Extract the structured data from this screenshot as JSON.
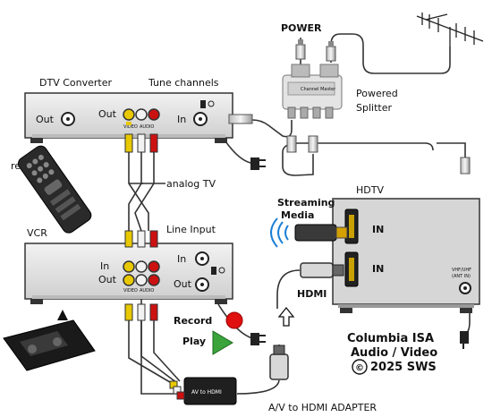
{
  "labels": {
    "power": "POWER",
    "powered_splitter_line1": "Powered",
    "powered_splitter_line2": "Splitter",
    "dtv_converter": "DTV Converter",
    "tune_channels": "Tune channels",
    "out": "Out",
    "in": "In",
    "video": "VIDEO",
    "audio": "AUDIO",
    "remote": "remote",
    "analog_tv": "analog TV",
    "vcr": "VCR",
    "line_input": "Line Input",
    "record": "Record",
    "play": "Play",
    "streaming_line1": "Streaming",
    "streaming_line2": "Media",
    "hdmi": "HDMI",
    "hdtv": "HDTV",
    "hdtv_in1": "IN",
    "hdtv_in2": "IN",
    "vhf_uhf_line1": "VHF/UHF",
    "vhf_uhf_line2": "(ANT IN)",
    "credit_line1": "Columbia ISA",
    "credit_line2": "Audio / Video",
    "credit_line3": "2025 SWS",
    "copyright_symbol": "©",
    "adapter_label": "A/V to HDMI ADAPTER",
    "adapter_box_text": "AV to HDMI",
    "splitter_brand": "Channel Master"
  },
  "colors": {
    "video_jack": "#e8c800",
    "audio_left_jack": "#f2f2f2",
    "audio_right_jack": "#cc1111",
    "record_button": "#e01010",
    "play_button": "#3aa43a",
    "device_body": "#dcdcdc",
    "cable": "#333333"
  },
  "icons": [
    "antenna-icon",
    "wifi-signal-icon",
    "remote-control-icon",
    "vhs-tape-icon",
    "up-arrow-icon",
    "record-icon",
    "play-icon",
    "copyright-icon"
  ]
}
